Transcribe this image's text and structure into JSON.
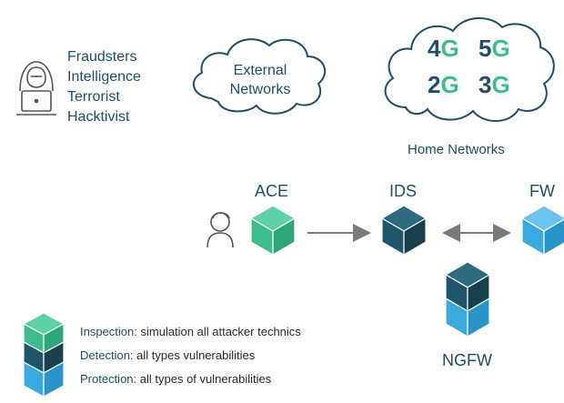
{
  "threats": [
    "Fraudsters",
    "Intelligence",
    "Terrorist",
    "Hacktivist"
  ],
  "external_cloud": {
    "line1": "External",
    "line2": "Networks"
  },
  "home_cloud": {
    "generations": [
      "4G",
      "5G",
      "2G",
      "3G"
    ],
    "label": "Home Networks"
  },
  "nodes": {
    "ace": "ACE",
    "ids": "IDS",
    "fw": "FW",
    "ngfw": "NGFW"
  },
  "legend": [
    {
      "term": "Inspection:",
      "desc": " simulation all attacker technics"
    },
    {
      "term": "Detection:",
      "desc": " all types vulnerabilities"
    },
    {
      "term": "Protection:",
      "desc": " all types of vulnerabilities"
    }
  ],
  "colors": {
    "green": "#3dbb8a",
    "dark": "#1f5568",
    "blue": "#3aa9e0",
    "text": "#1f4e6b"
  }
}
